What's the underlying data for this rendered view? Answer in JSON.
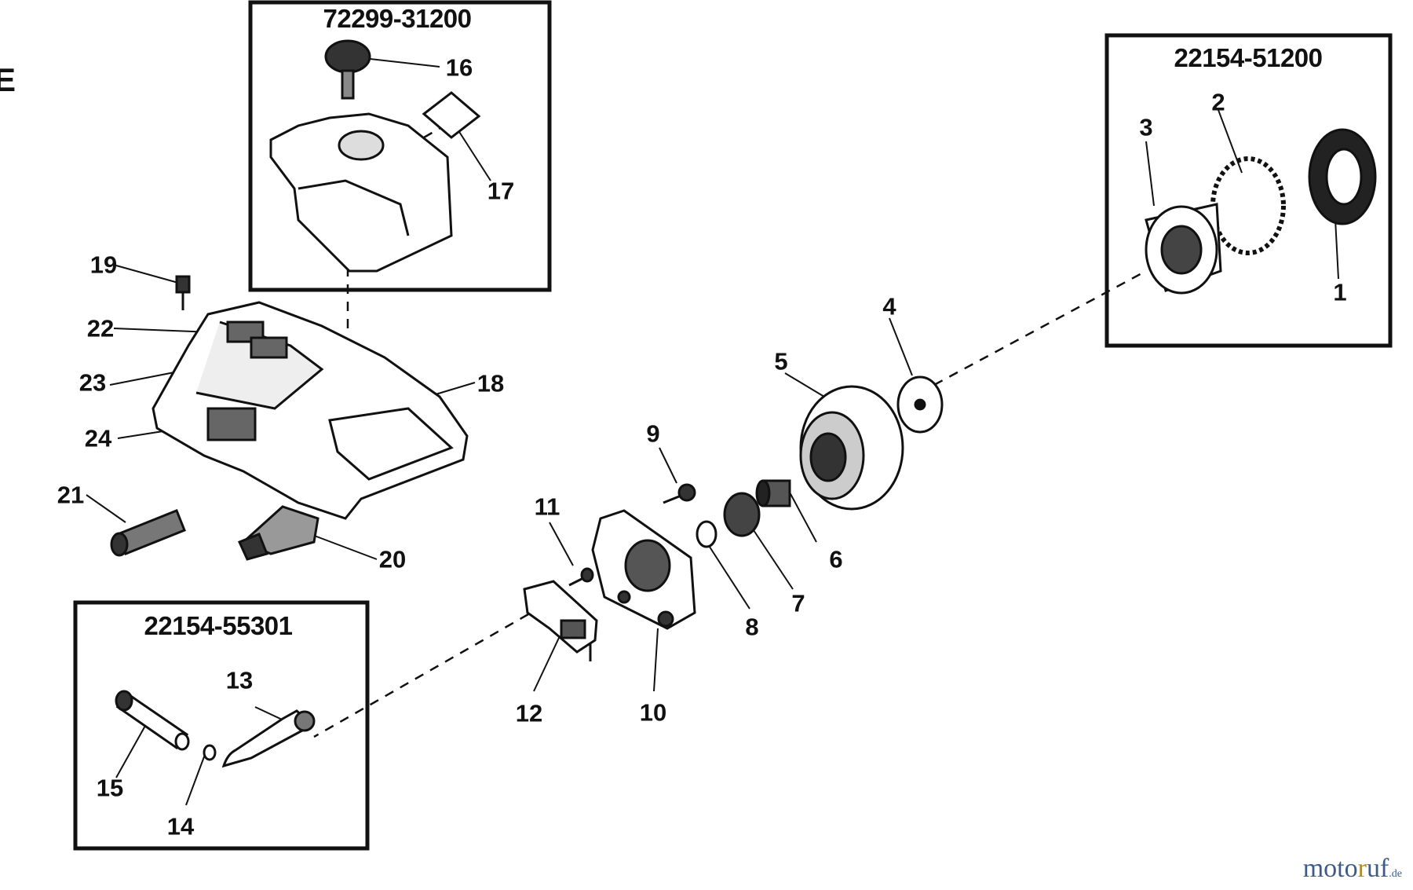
{
  "kits": [
    {
      "code": "72299-31200"
    },
    {
      "code": "22154-51200"
    },
    {
      "code": "22154-55301"
    }
  ],
  "callouts": [
    "1",
    "2",
    "3",
    "4",
    "5",
    "6",
    "7",
    "8",
    "9",
    "10",
    "11",
    "12",
    "13",
    "14",
    "15",
    "16",
    "17",
    "18",
    "19",
    "20",
    "21",
    "22",
    "23",
    "24"
  ],
  "margin_mark": "E",
  "watermark": {
    "part1": "moto",
    "part2": "r",
    "part3": "uf",
    "tld": ".de"
  }
}
